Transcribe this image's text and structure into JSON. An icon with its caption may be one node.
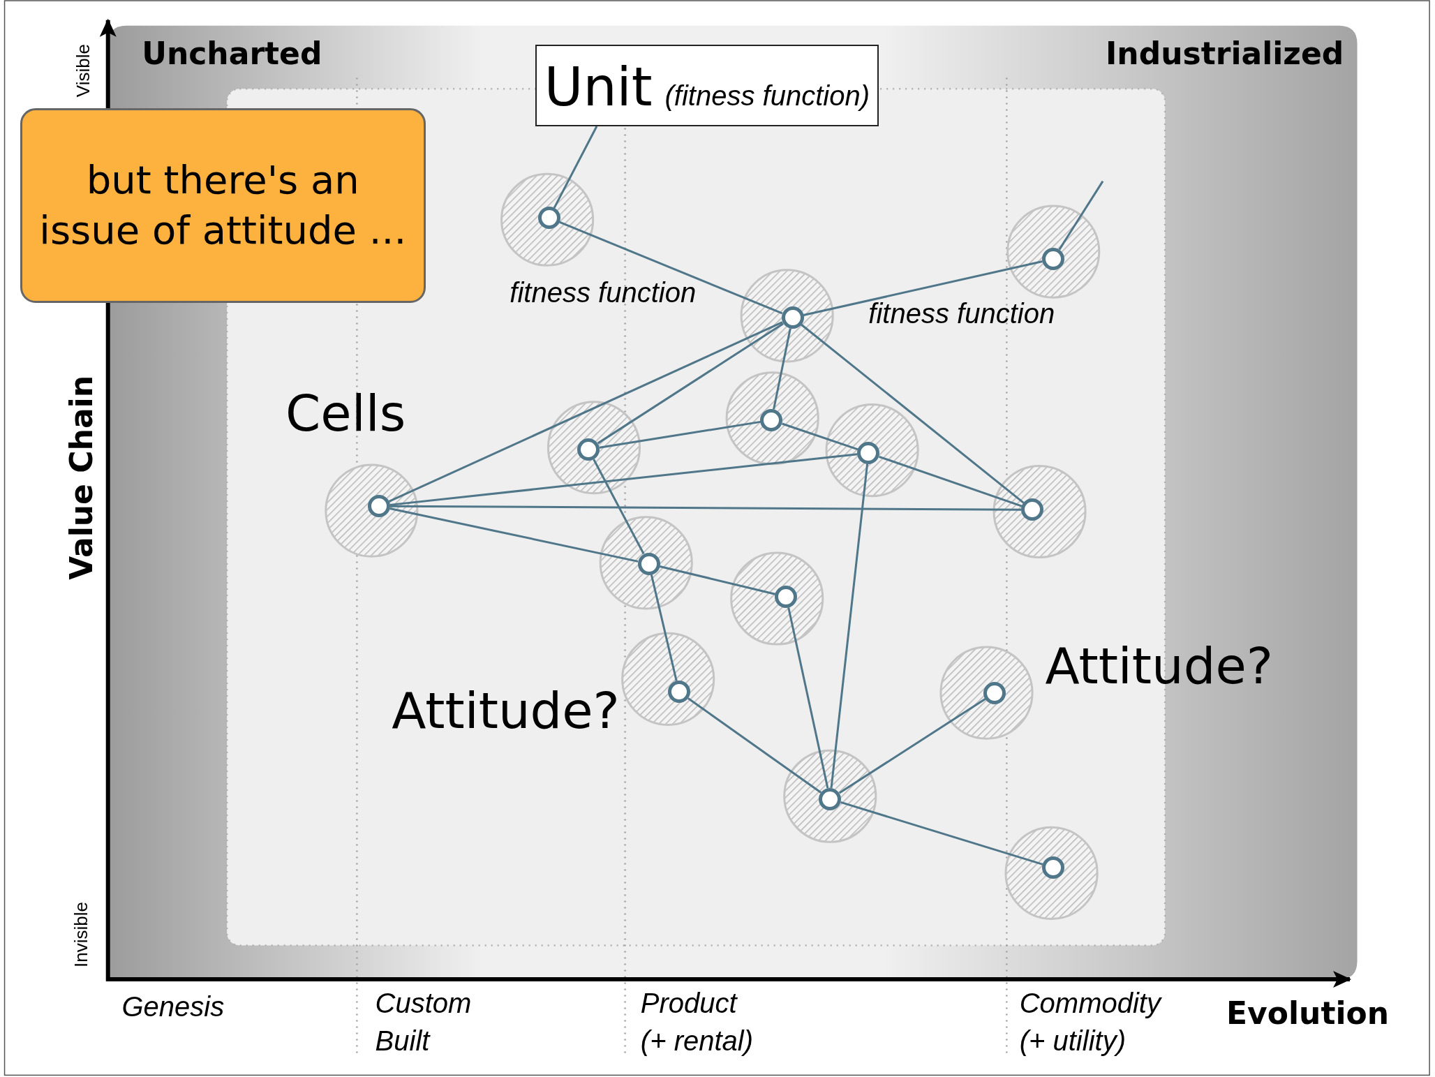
{
  "diagram": {
    "nodes": [
      {
        "text": [
          "Unit",
          "(fitness function)"
        ]
      },
      {
        "text": [
          "but there's an issue of attitude ..."
        ]
      },
      {
        "text": [],
        "shape": "circle"
      },
      {
        "text": [],
        "shape": "circle"
      },
      {
        "text": [],
        "shape": "circle"
      },
      {
        "text": [],
        "shape": "circle"
      },
      {
        "text": [],
        "shape": "circle"
      },
      {
        "text": [],
        "shape": "circle"
      },
      {
        "text": [],
        "shape": "circle"
      },
      {
        "text": [],
        "shape": "circle"
      },
      {
        "text": [],
        "shape": "circle"
      },
      {
        "text": [],
        "shape": "circle"
      },
      {
        "text": [],
        "shape": "circle"
      },
      {
        "text": [],
        "shape": "circle"
      },
      {
        "text": [],
        "shape": "circle"
      },
      {
        "text": [],
        "shape": "circle"
      }
    ],
    "edges": [
      {
        "from": 2,
        "to": 0,
        "arrow": "none"
      },
      {
        "from": 3,
        "to": null,
        "arrow": "none"
      },
      {
        "from": 2,
        "to": 4,
        "arrow": "none"
      },
      {
        "from": 4,
        "to": 3,
        "arrow": "none"
      },
      {
        "from": 4,
        "to": 8,
        "arrow": "none"
      },
      {
        "from": 4,
        "to": 6,
        "arrow": "none"
      },
      {
        "from": 4,
        "to": 5,
        "arrow": "none"
      },
      {
        "from": 4,
        "to": 9,
        "arrow": "none"
      },
      {
        "from": 6,
        "to": 5,
        "arrow": "none"
      },
      {
        "from": 6,
        "to": 10,
        "arrow": "none"
      },
      {
        "from": 5,
        "to": 7,
        "arrow": "none"
      },
      {
        "from": 8,
        "to": 7,
        "arrow": "none"
      },
      {
        "from": 8,
        "to": 9,
        "arrow": "none"
      },
      {
        "from": 8,
        "to": 10,
        "arrow": "none"
      },
      {
        "from": 7,
        "to": 9,
        "arrow": "none"
      },
      {
        "from": 7,
        "to": 14,
        "arrow": "none"
      },
      {
        "from": 10,
        "to": 11,
        "arrow": "none"
      },
      {
        "from": 10,
        "to": 12,
        "arrow": "none"
      },
      {
        "from": 11,
        "to": 14,
        "arrow": "none"
      },
      {
        "from": 12,
        "to": 14,
        "arrow": "none"
      },
      {
        "from": 14,
        "to": 13,
        "arrow": "none"
      },
      {
        "from": 14,
        "to": 15,
        "arrow": "none"
      }
    ],
    "labels": [
      "Uncharted",
      "Industrialized",
      "Visible",
      "fitness function",
      "fitness function",
      "Cells",
      "Value Chain",
      "Attitude?",
      "Attitude?",
      "Invisible",
      "Genesis",
      "Custom Built",
      "Product (+ rental)",
      "Commodity (+ utility)",
      "Evolution"
    ]
  }
}
